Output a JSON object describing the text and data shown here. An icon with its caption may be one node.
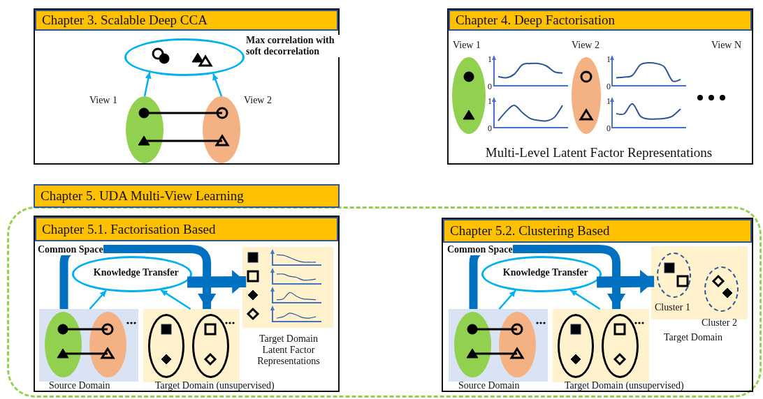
{
  "diagram": {
    "nodes": [
      {
        "text": [
          "Chapter 3. Scalable Deep CCA"
        ]
      },
      {
        "text": [],
        "shape": "ellipse",
        "beside": [
          "Max correlation with soft decorrelation"
        ],
        "in": 0
      },
      {
        "text": [],
        "shape": "ellipse",
        "beside": [
          "View 1"
        ],
        "in": 0
      },
      {
        "text": [],
        "shape": "ellipse",
        "beside": [
          "View 2"
        ],
        "in": 0
      },
      {
        "text": [
          "Chapter 4. Deep Factorisation",
          "Multi-Level Latent Factor Representations"
        ]
      },
      {
        "text": [],
        "shape": "ellipse",
        "beside": [
          "View 1"
        ],
        "in": 4
      },
      {
        "text": [],
        "shape": "ellipse",
        "beside": [
          "View 2"
        ],
        "in": 4
      },
      {
        "text": [
          "Chapter 5. UDA Multi-View Learning"
        ]
      },
      {
        "text": [
          "Chapter 5.1. Factorisation Based"
        ],
        "in": 7
      },
      {
        "text": [],
        "shape": "ellipse",
        "beside": [
          "Common Space"
        ],
        "in": 8
      },
      {
        "text": [],
        "shape": "box",
        "beside": [
          "Source Domain"
        ],
        "in": 8
      },
      {
        "text": [],
        "shape": "ellipse",
        "in": 10
      },
      {
        "text": [],
        "shape": "ellipse",
        "in": 10
      },
      {
        "text": [],
        "shape": "box",
        "beside": [
          "Target Domain (unsupervised)"
        ],
        "in": 8
      },
      {
        "text": [],
        "shape": "ellipse",
        "in": 13
      },
      {
        "text": [],
        "shape": "ellipse",
        "in": 13
      },
      {
        "text": [],
        "shape": "box",
        "beside": [
          "Target Domain Latent Factor Representations"
        ],
        "in": 8
      },
      {
        "text": [
          "Chapter 5.2. Clustering Based"
        ],
        "in": 7
      },
      {
        "text": [],
        "shape": "ellipse",
        "beside": [
          "Common Space"
        ],
        "in": 17
      },
      {
        "text": [],
        "shape": "box",
        "beside": [
          "Source Domain"
        ],
        "in": 17
      },
      {
        "text": [],
        "shape": "ellipse",
        "in": 19
      },
      {
        "text": [],
        "shape": "ellipse",
        "in": 19
      },
      {
        "text": [],
        "shape": "box",
        "beside": [
          "Target Domain (unsupervised)"
        ],
        "in": 17
      },
      {
        "text": [],
        "shape": "ellipse",
        "in": 22
      },
      {
        "text": [],
        "shape": "ellipse",
        "in": 22
      },
      {
        "text": [],
        "shape": "box",
        "beside": [
          "Target Domain"
        ],
        "in": 17
      },
      {
        "text": [],
        "shape": "ellipse",
        "beside": [
          "Cluster 1"
        ],
        "in": 25
      },
      {
        "text": [],
        "shape": "ellipse",
        "beside": [
          "Cluster 2"
        ],
        "in": 25
      }
    ],
    "edges": [
      {
        "from": 2,
        "to": 1,
        "arrow": "to"
      },
      {
        "from": 3,
        "to": 1,
        "arrow": "to"
      },
      {
        "from": 10,
        "to": 9,
        "arrow": "to"
      },
      {
        "from": 13,
        "to": 9,
        "arrow": "to"
      },
      {
        "from": 10,
        "to": 13,
        "arrow": "to",
        "label": "Knowledge Transfer",
        "style": "thick",
        "color": "#0070c0"
      },
      {
        "from": 9,
        "to": 16,
        "arrow": "to",
        "style": "thick",
        "color": "#0070c0"
      },
      {
        "from": 19,
        "to": 18,
        "arrow": "to"
      },
      {
        "from": 22,
        "to": 18,
        "arrow": "to"
      },
      {
        "from": 19,
        "to": 22,
        "arrow": "to",
        "label": "Knowledge Transfer",
        "style": "thick",
        "color": "#0070c0"
      },
      {
        "from": 18,
        "to": 25,
        "arrow": "to",
        "style": "thick",
        "color": "#0070c0"
      }
    ],
    "labels": [
      "View N",
      "1",
      "0",
      "1",
      "0",
      "1",
      "0",
      "1",
      "0"
    ]
  }
}
